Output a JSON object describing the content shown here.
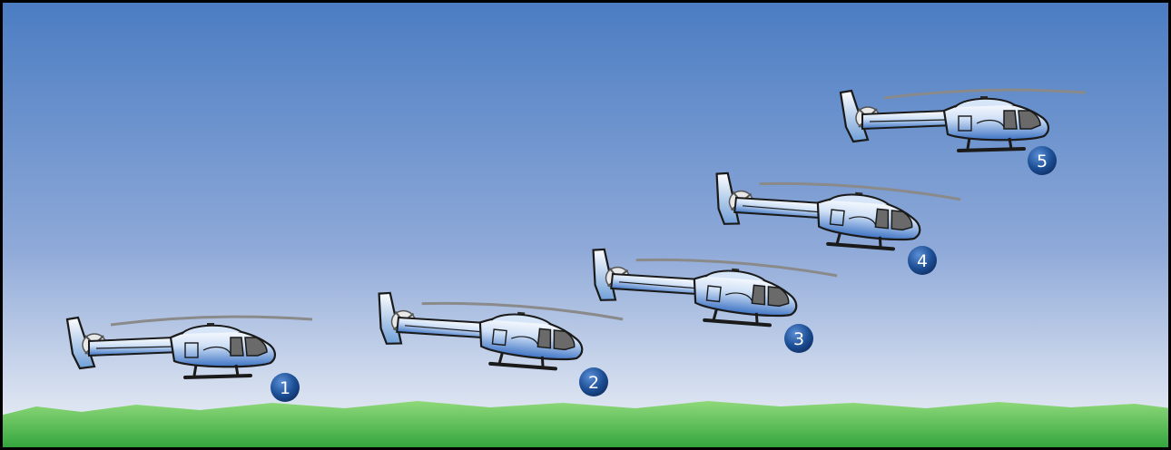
{
  "scene": {
    "sky_top_color": "#4a7cc2",
    "sky_bottom_color": "#f2f4f7",
    "grass_light_color": "#7fcf6c",
    "grass_dark_color": "#2fa33a",
    "helicopter_body_color": "#6f9fd8",
    "badge_color": "#1f4f95"
  },
  "stages": [
    {
      "number": "1"
    },
    {
      "number": "2"
    },
    {
      "number": "3"
    },
    {
      "number": "4"
    },
    {
      "number": "5"
    }
  ]
}
